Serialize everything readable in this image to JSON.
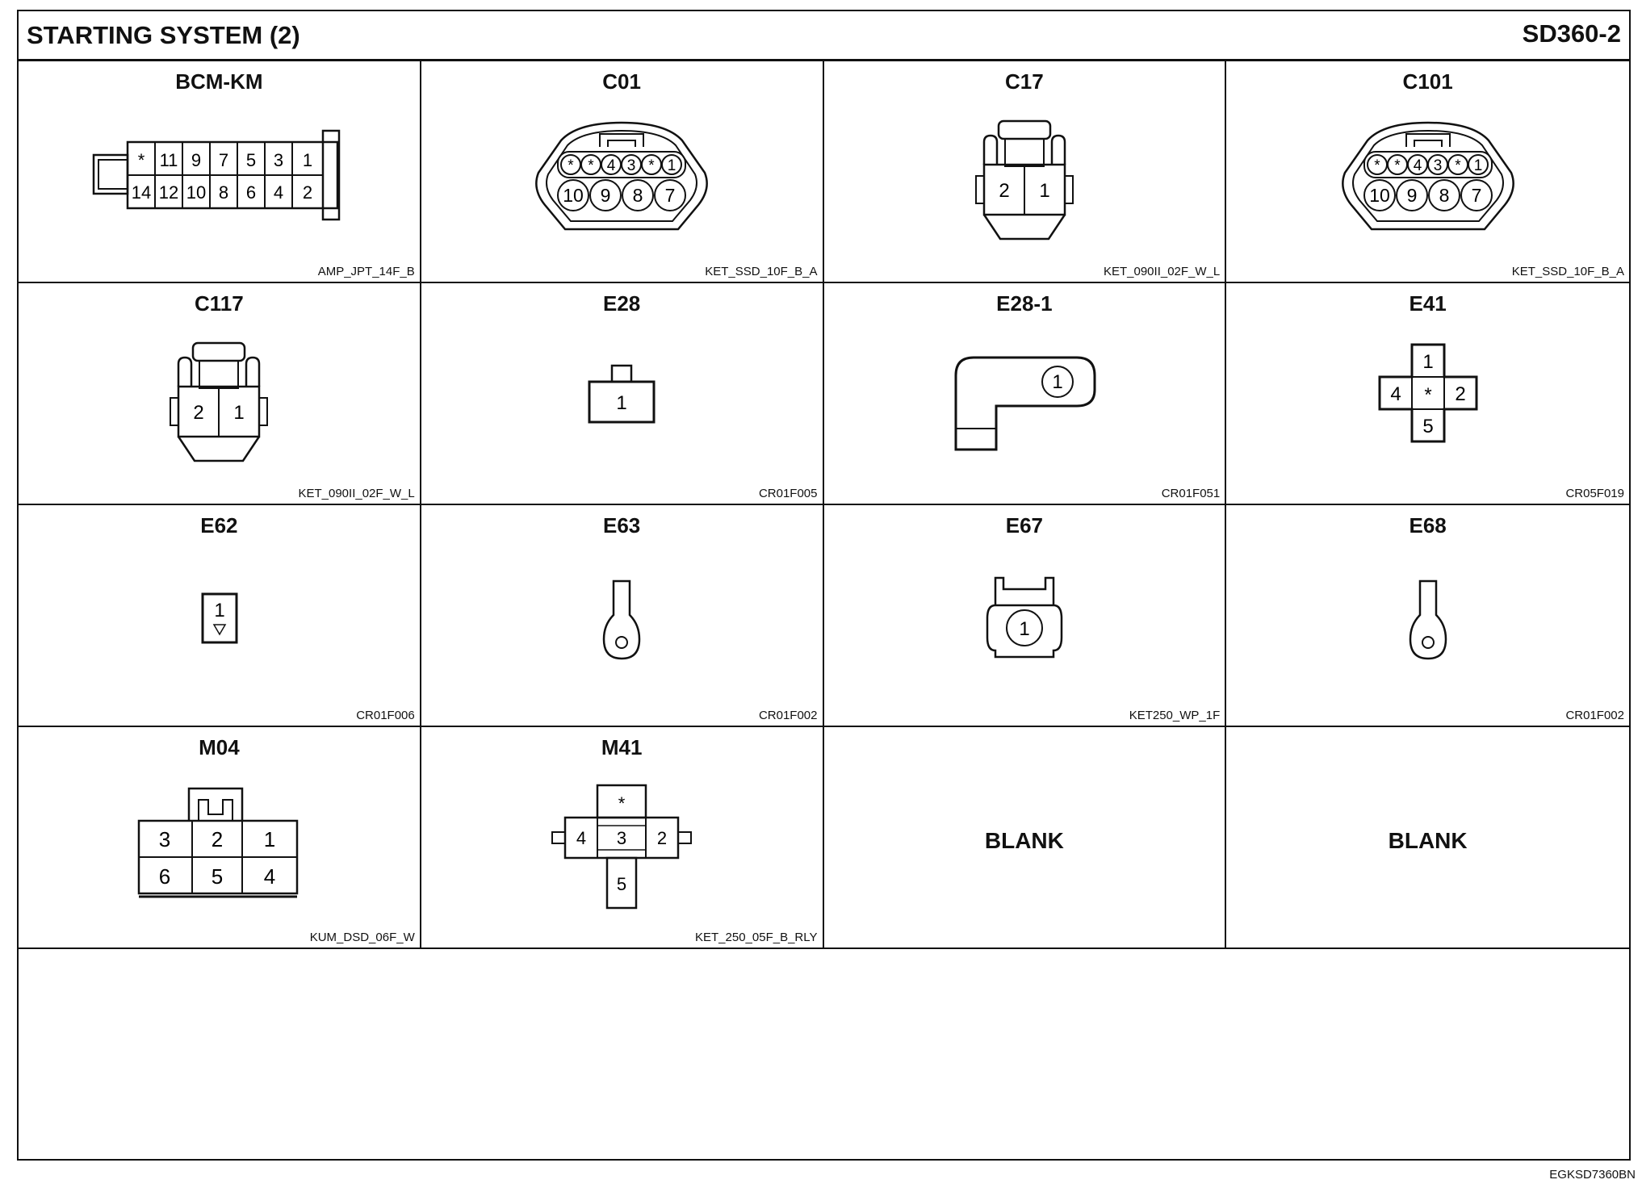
{
  "page": {
    "title": "STARTING SYSTEM (2)",
    "code": "SD360-2",
    "footer_code": "EGKSD7360BN"
  },
  "connectors": [
    {
      "name": "BCM-KM",
      "part": "AMP_JPT_14F_B",
      "pins_top": [
        "*",
        "11",
        "9",
        "7",
        "5",
        "3",
        "1"
      ],
      "pins_bottom": [
        "14",
        "12",
        "10",
        "8",
        "6",
        "4",
        "2"
      ]
    },
    {
      "name": "C01",
      "part": "KET_SSD_10F_B_A",
      "pins_top": [
        "*",
        "*",
        "4",
        "3",
        "*",
        "1"
      ],
      "pins_bottom": [
        "10",
        "9",
        "8",
        "7"
      ]
    },
    {
      "name": "C17",
      "part": "KET_090II_02F_W_L",
      "pins": [
        "2",
        "1"
      ]
    },
    {
      "name": "C101",
      "part": "KET_SSD_10F_B_A",
      "pins_top": [
        "*",
        "*",
        "4",
        "3",
        "*",
        "1"
      ],
      "pins_bottom": [
        "10",
        "9",
        "8",
        "7"
      ]
    },
    {
      "name": "C117",
      "part": "KET_090II_02F_W_L",
      "pins": [
        "2",
        "1"
      ]
    },
    {
      "name": "E28",
      "part": "CR01F005",
      "pins": [
        "1"
      ]
    },
    {
      "name": "E28-1",
      "part": "CR01F051",
      "pins": [
        "1"
      ]
    },
    {
      "name": "E41",
      "part": "CR05F019",
      "pins": {
        "top": "1",
        "left": "4",
        "center": "*",
        "right": "2",
        "bottom": "5"
      }
    },
    {
      "name": "E62",
      "part": "CR01F006",
      "pins": [
        "1"
      ]
    },
    {
      "name": "E63",
      "part": "CR01F002"
    },
    {
      "name": "E67",
      "part": "KET250_WP_1F",
      "pins": [
        "1"
      ]
    },
    {
      "name": "E68",
      "part": "CR01F002"
    },
    {
      "name": "M04",
      "part": "KUM_DSD_06F_W",
      "pins_top": [
        "3",
        "2",
        "1"
      ],
      "pins_bottom": [
        "6",
        "5",
        "4"
      ]
    },
    {
      "name": "M41",
      "part": "KET_250_05F_B_RLY",
      "pins": {
        "top": "*",
        "left": "4",
        "center": "3",
        "right": "2",
        "bottom": "5"
      }
    },
    {
      "name": "BLANK"
    },
    {
      "name": "BLANK"
    }
  ]
}
